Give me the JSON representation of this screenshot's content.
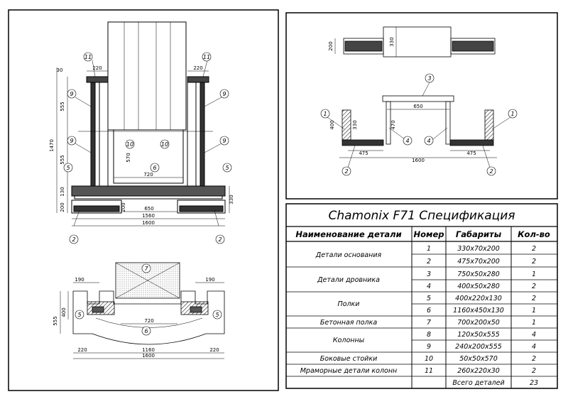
{
  "spec": {
    "title": "Chamonix F71 Спецификация",
    "headers": {
      "name": "Наименование детали",
      "num": "Номер",
      "dims": "Габариты",
      "qty": "Кол-во"
    },
    "groups": [
      {
        "name": "Детали основания",
        "rows": [
          {
            "num": "1",
            "dims": "330х70х200",
            "qty": "2"
          },
          {
            "num": "2",
            "dims": "475х70х200",
            "qty": "2"
          }
        ]
      },
      {
        "name": "Детали дровника",
        "rows": [
          {
            "num": "3",
            "dims": "750х50х280",
            "qty": "1"
          },
          {
            "num": "4",
            "dims": "400х50х280",
            "qty": "2"
          }
        ]
      },
      {
        "name": "Полки",
        "rows": [
          {
            "num": "5",
            "dims": "400х220х130",
            "qty": "2"
          },
          {
            "num": "6",
            "dims": "1160х450х130",
            "qty": "1"
          }
        ]
      },
      {
        "name": "Бетонная полка",
        "rows": [
          {
            "num": "7",
            "dims": "700х200х50",
            "qty": "1"
          }
        ]
      },
      {
        "name": "Колонны",
        "rows": [
          {
            "num": "8",
            "dims": "120х50х555",
            "qty": "4"
          },
          {
            "num": "9",
            "dims": "240х200х555",
            "qty": "4"
          }
        ]
      },
      {
        "name": "Боковые стойки",
        "rows": [
          {
            "num": "10",
            "dims": "50х50х570",
            "qty": "2"
          }
        ]
      },
      {
        "name": "Мраморные детали колонн",
        "rows": [
          {
            "num": "11",
            "dims": "260х220х30",
            "qty": "2"
          }
        ]
      }
    ],
    "total_label": "Всего деталей",
    "total_value": "23"
  },
  "front": {
    "dims": {
      "d30": "30",
      "d555a": "555",
      "d555b": "555",
      "d1470": "1470",
      "d130": "130",
      "d200": "200",
      "d220": "220",
      "d570": "570",
      "d720": "720",
      "d200b": "200",
      "d650": "650",
      "d1560": "1560",
      "d1600": "1600",
      "d330": "330"
    },
    "callouts": {
      "c11": "11",
      "c9": "9",
      "c10": "10",
      "c5": "5",
      "c6": "6",
      "c2": "2"
    }
  },
  "top": {
    "dims": {
      "d200": "200",
      "d330": "330",
      "d650": "650",
      "d400": "400",
      "d330b": "330",
      "d470": "470",
      "d475": "475",
      "d1600": "1600"
    },
    "callouts": {
      "c3": "3",
      "c1": "1",
      "c4": "4",
      "c2": "2"
    }
  },
  "plan": {
    "dims": {
      "d190": "190",
      "d555": "555",
      "d400": "400",
      "d720": "720",
      "d220": "220",
      "d1160": "1160",
      "d1600": "1600"
    },
    "callouts": {
      "c7": "7",
      "c5": "5",
      "c6": "6"
    }
  }
}
